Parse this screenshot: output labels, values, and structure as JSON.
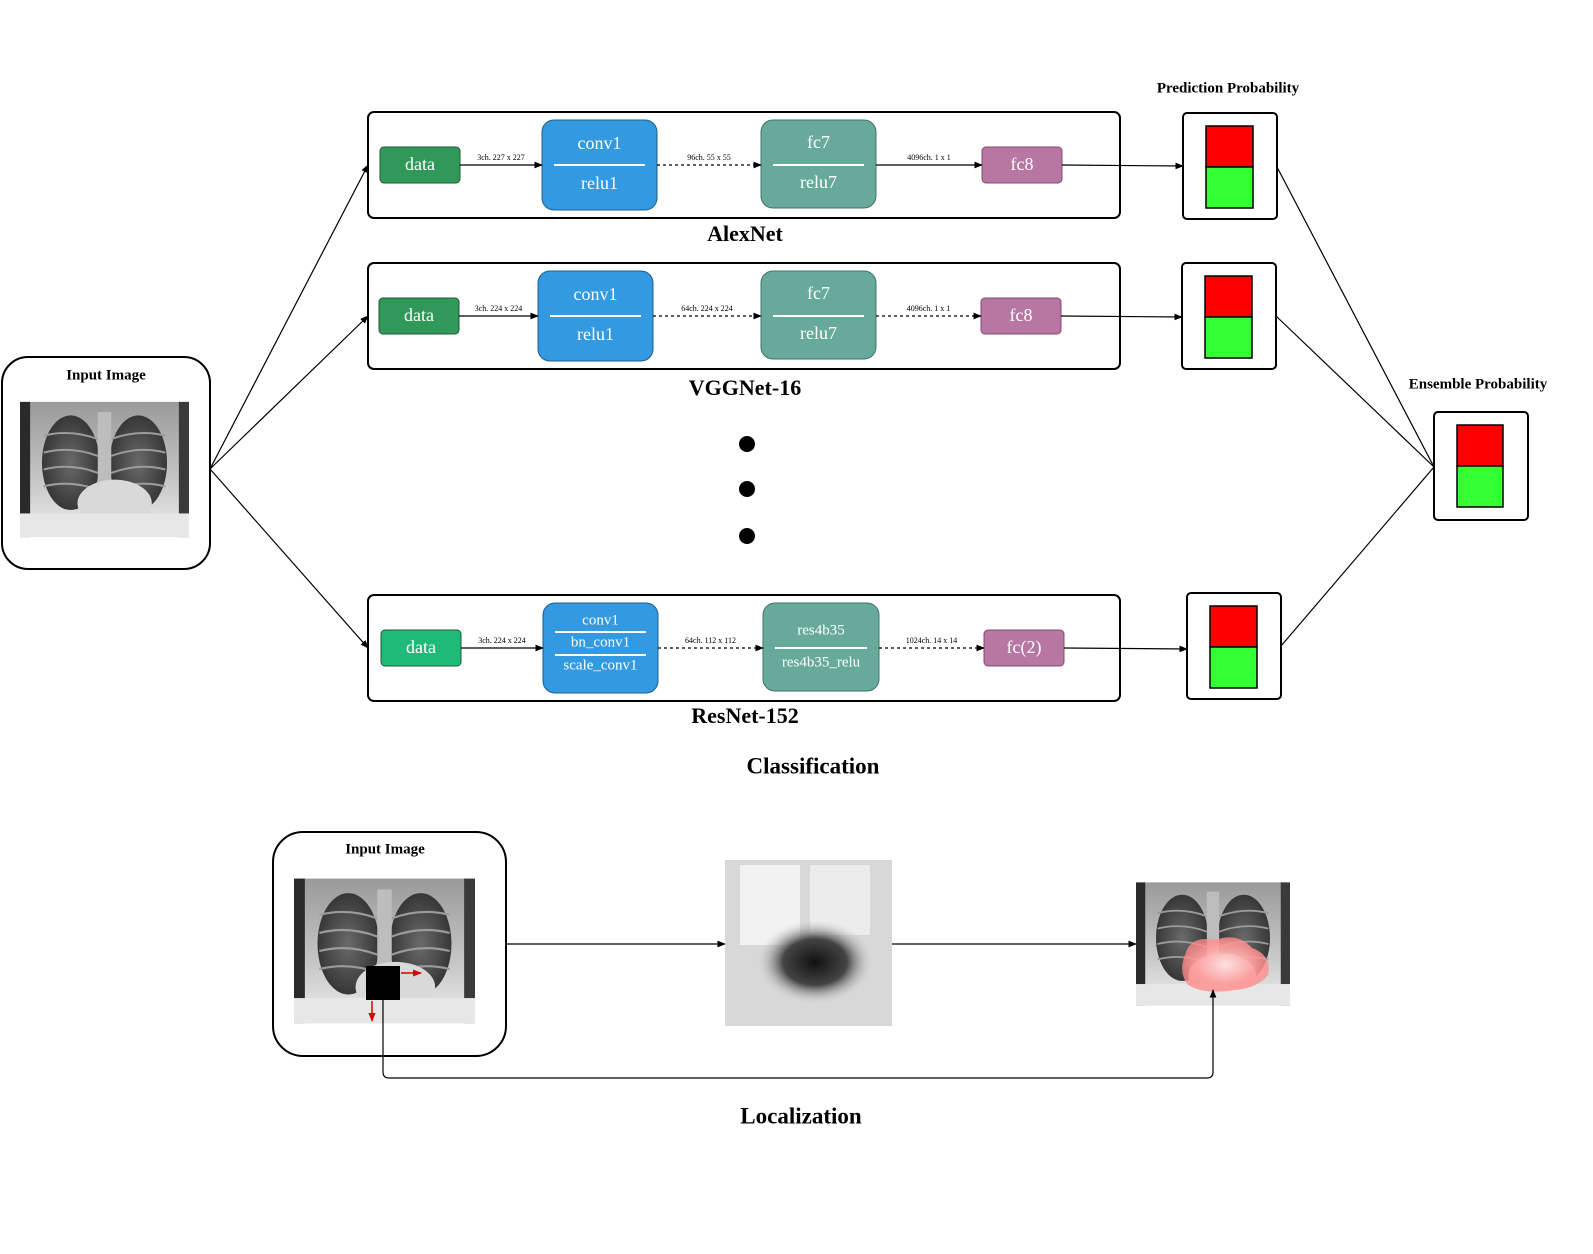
{
  "classification": {
    "section_title": "Classification",
    "input_label": "Input Image",
    "prediction_label": "Prediction Probability",
    "ensemble_label": "Ensemble Probability",
    "networks": [
      {
        "name": "AlexNet",
        "data_label": "data",
        "block1": [
          "conv1",
          "relu1"
        ],
        "block2": [
          "fc7",
          "relu7"
        ],
        "output_label": "fc8",
        "edge1": "3ch. 227 x 227",
        "edge2": "96ch. 55 x 55",
        "edge3": "4096ch. 1 x 1"
      },
      {
        "name": "VGGNet-16",
        "data_label": "data",
        "block1": [
          "conv1",
          "relu1"
        ],
        "block2": [
          "fc7",
          "relu7"
        ],
        "output_label": "fc8",
        "edge1": "3ch. 224 x 224",
        "edge2": "64ch. 224 x 224",
        "edge3": "4096ch. 1 x 1"
      },
      {
        "name": "ResNet-152",
        "data_label": "data",
        "block1": [
          "conv1",
          "bn_conv1",
          "scale_conv1"
        ],
        "block2": [
          "res4b35",
          "res4b35_relu"
        ],
        "output_label": "fc(2)",
        "edge1": "3ch. 224 x 224",
        "edge2": "64ch. 112 x 112",
        "edge3": "1024ch. 14 x 14"
      }
    ]
  },
  "localization": {
    "section_title": "Localization",
    "input_label": "Input Image"
  },
  "colors": {
    "data_green": "#30995a",
    "data_green_resnet": "#1fba78",
    "conv_blue": "#3399e0",
    "fc_teal": "#67aa9c",
    "fc8_pink": "#b877a3",
    "prob_red": "#ff0000",
    "prob_green": "#33ff33",
    "heat_overlay": "#ff9a9a"
  },
  "icons": {
    "xray": "chest-xray-image",
    "occlusion": "occlusion-square-icon",
    "heatmap": "occlusion-heatmap-image"
  }
}
